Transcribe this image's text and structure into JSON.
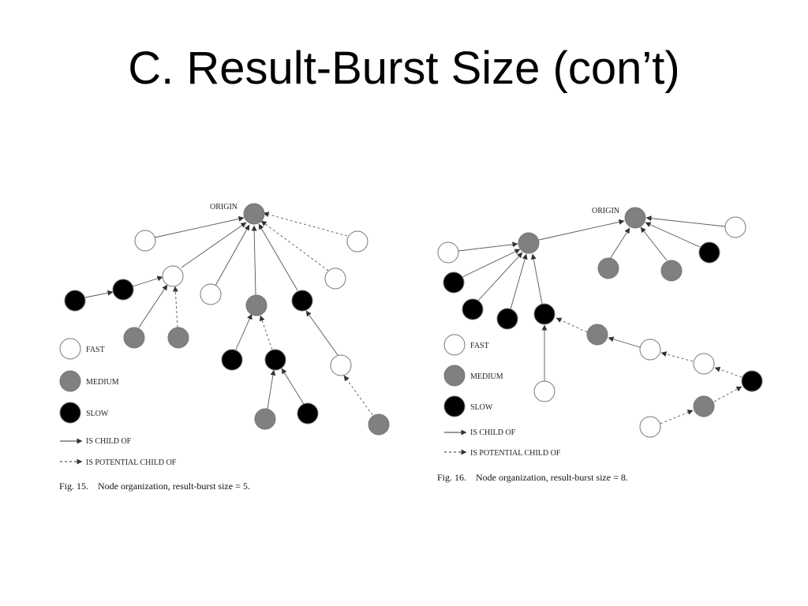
{
  "slide": {
    "title": "C. Result-Burst Size (con’t)"
  },
  "colors": {
    "fast": "#ffffff",
    "medium": "#808080",
    "slow": "#000000",
    "node_stroke": "#777777"
  },
  "figures": [
    {
      "origin_label": "ORIGIN",
      "legend": {
        "fast": "FAST",
        "medium": "MEDIUM",
        "slow": "SLOW",
        "child": "IS CHILD OF",
        "potential": "IS POTENTIAL CHILD OF"
      },
      "caption": "Fig. 15.    Node organization, result-burst size = 5."
    },
    {
      "origin_label": "ORIGIN",
      "legend": {
        "fast": "FAST",
        "medium": "MEDIUM",
        "slow": "SLOW",
        "child": "IS CHILD OF",
        "potential": "IS POTENTIAL CHILD OF"
      },
      "caption": "Fig. 16.    Node organization, result-burst size = 8."
    }
  ]
}
